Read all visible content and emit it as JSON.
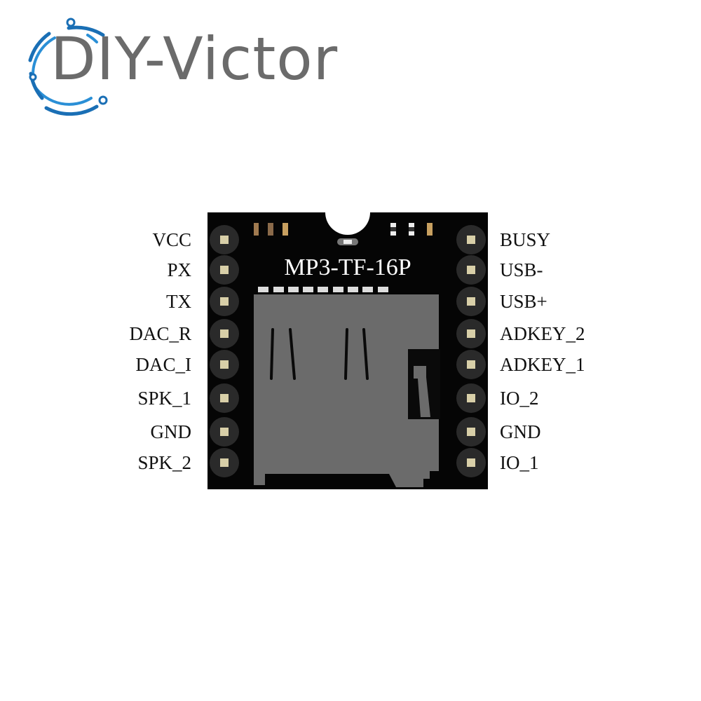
{
  "logo": {
    "text": "DIY-Victor",
    "ring_color": "#1a6fb5"
  },
  "board": {
    "title": "MP3-TF-16P",
    "left_pins": [
      "VCC",
      "PX",
      "TX",
      "DAC_R",
      "DAC_I",
      "SPK_1",
      "GND",
      "SPK_2"
    ],
    "right_pins": [
      "BUSY",
      "USB-",
      "USB+",
      "ADKEY_2",
      "ADKEY_1",
      "IO_2",
      "GND",
      "IO_1"
    ]
  }
}
